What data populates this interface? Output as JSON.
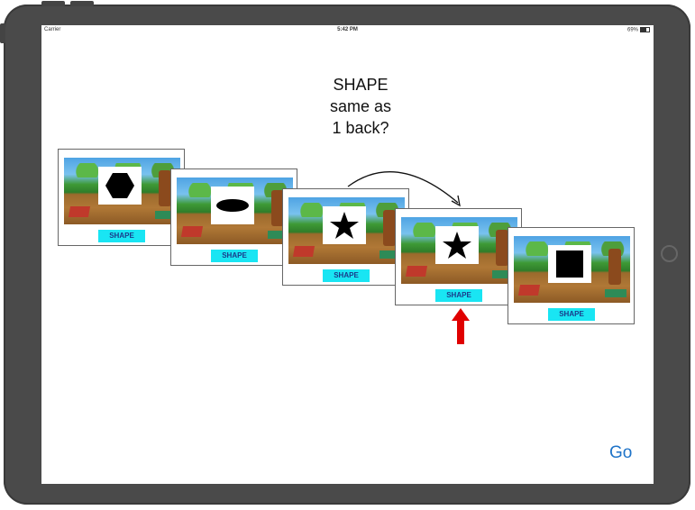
{
  "status_bar": {
    "carrier": "Carrier",
    "time": "5:42 PM",
    "battery": "69%"
  },
  "caption": {
    "line1": "SHAPE",
    "line2": "same as",
    "line3": "1 back?"
  },
  "cards": [
    {
      "label": "SHAPE",
      "shape": "hexagon-icon"
    },
    {
      "label": "SHAPE",
      "shape": "ellipse-icon"
    },
    {
      "label": "SHAPE",
      "shape": "star-icon"
    },
    {
      "label": "SHAPE",
      "shape": "star-icon"
    },
    {
      "label": "SHAPE",
      "shape": "square-icon"
    }
  ],
  "indicator": {
    "icon": "red-up-arrow-icon",
    "color": "#e00000"
  },
  "go_button": {
    "label": "Go",
    "color": "#1e73c8"
  }
}
